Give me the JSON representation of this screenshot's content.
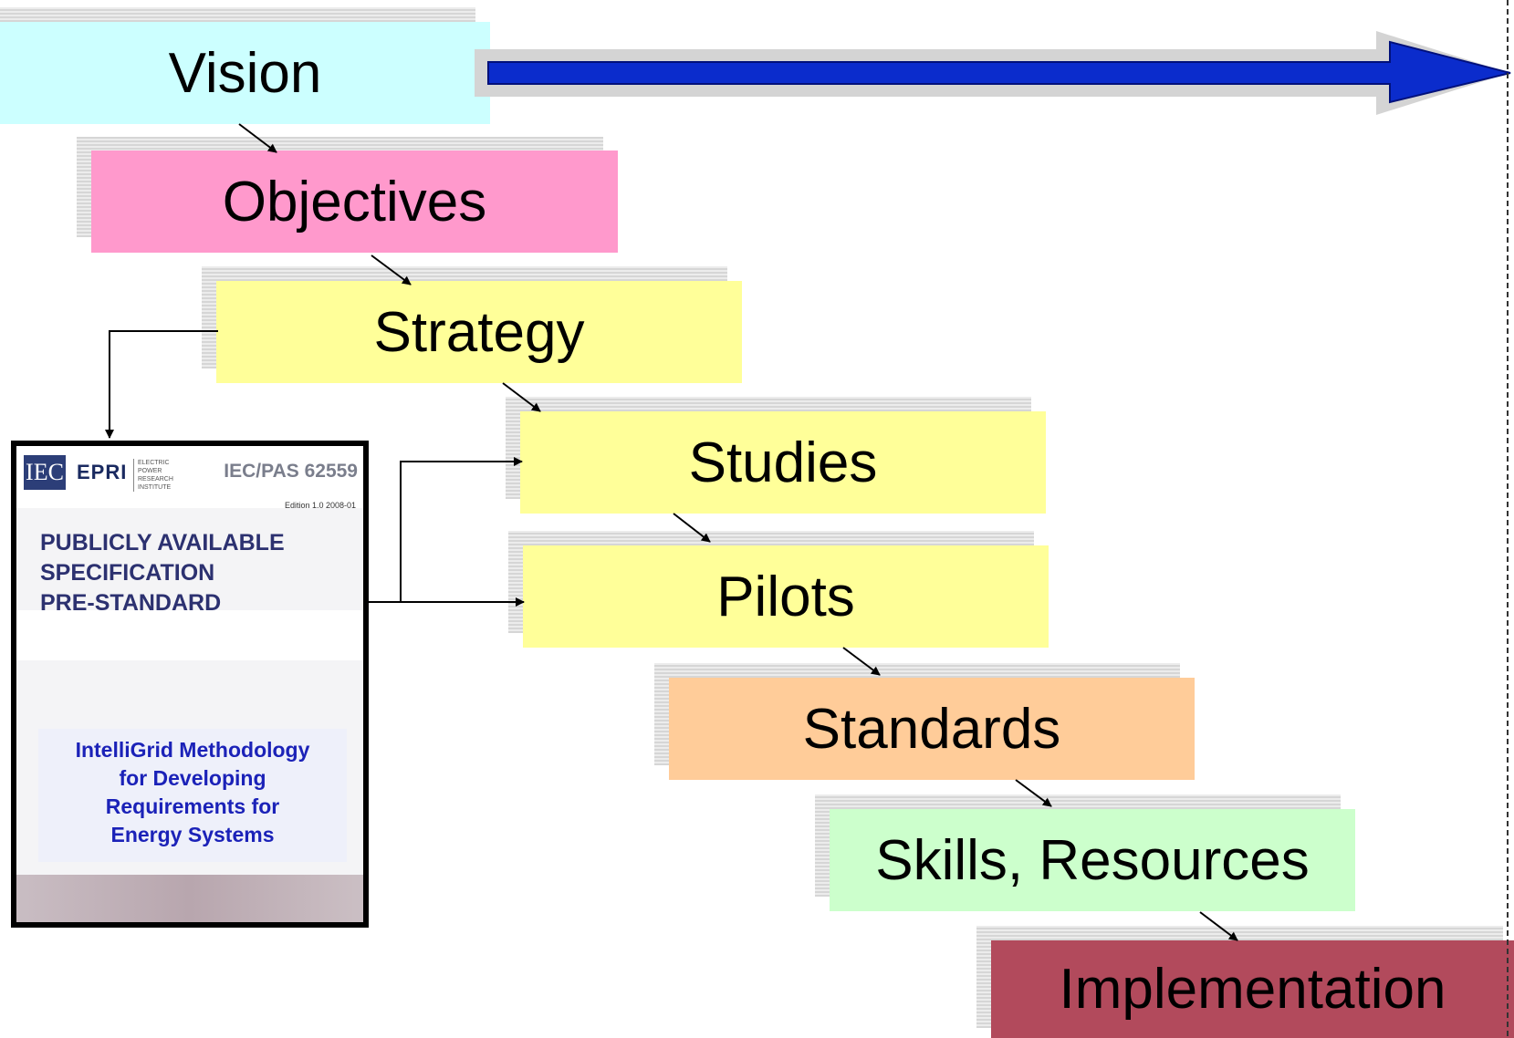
{
  "steps": {
    "vision": "Vision",
    "objectives": "Objectives",
    "strategy": "Strategy",
    "studies": "Studies",
    "pilots": "Pilots",
    "standards": "Standards",
    "skills": "Skills, Resources",
    "implementation": "Implementation"
  },
  "document": {
    "iec_logo": "IEC",
    "epri_logo": "EPRI",
    "epri_subtitle": "ELECTRIC POWER RESEARCH INSTITUTE",
    "code": "IEC/PAS 62559",
    "edition": "Edition 1.0   2008-01",
    "title_line1": "PUBLICLY AVAILABLE",
    "title_line2": "SPECIFICATION",
    "subtitle": "PRE-STANDARD",
    "methodology_line1": "IntelliGrid Methodology",
    "methodology_line2": "for Developing",
    "methodology_line3": "Requirements for",
    "methodology_line4": "Energy Systems"
  },
  "colors": {
    "vision": "#ccffff",
    "objectives": "#ff99cc",
    "strategy": "#ffff99",
    "studies": "#ffff99",
    "pilots": "#ffff99",
    "standards": "#ffcc99",
    "skills": "#ccffcc",
    "implementation": "#b24a5c",
    "arrow": "#0b2ccc"
  }
}
